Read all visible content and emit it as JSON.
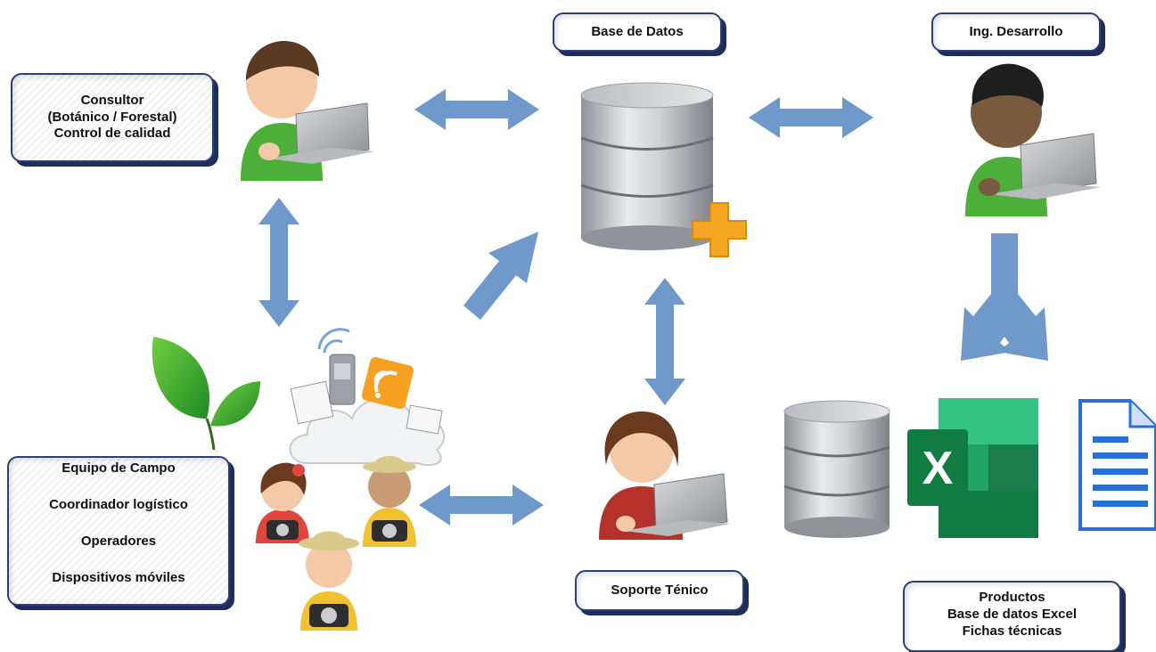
{
  "labels": {
    "consultor": [
      "Consultor",
      "(Botánico / Forestal)",
      "Control de calidad"
    ],
    "base_datos": "Base de Datos",
    "ing_desarrollo": "Ing. Desarrollo",
    "equipo": [
      "Equipo de Campo",
      "Coordinador logístico",
      "Operadores",
      "Dispositivos móviles"
    ],
    "soporte": "Soporte Ténico",
    "productos": [
      "Productos",
      "Base de datos Excel",
      "Fichas técnicas"
    ]
  },
  "icons": {
    "excel_letter": "X"
  },
  "colors": {
    "arrow": "#6f98cb",
    "box_border": "#2c3f77",
    "shirt_green": "#4caf3a",
    "shirt_red": "#b7312c",
    "plus_orange": "#f5a623",
    "excel_green": "#1d6f42",
    "doc_blue": "#2a6fd6"
  }
}
